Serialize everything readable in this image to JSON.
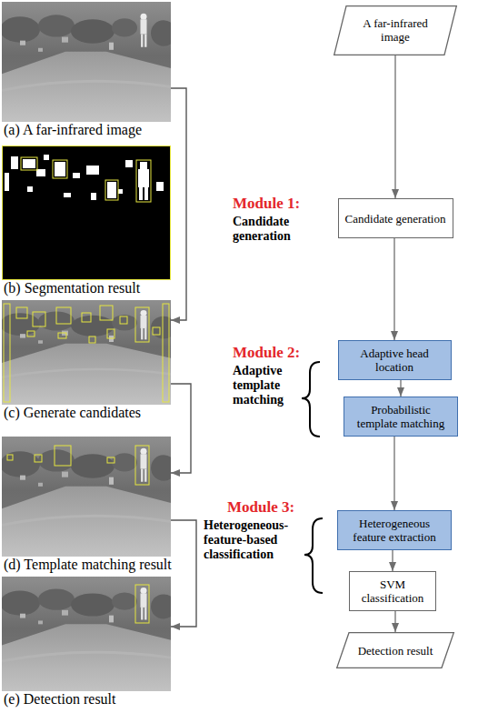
{
  "diagram": {
    "nodes": [
      {
        "text": [
          "(a) A far-infrared image"
        ]
      },
      {
        "text": [
          "(b) Segmentation result"
        ]
      },
      {
        "text": [
          "(c) Generate candidates"
        ]
      },
      {
        "text": [
          "(d) Template matching result"
        ]
      },
      {
        "text": [
          "(e) Detection result"
        ]
      },
      {
        "text": [
          "A far-infrared image"
        ]
      },
      {
        "text": [
          "Candidate generation"
        ]
      },
      {
        "text": [
          "Adaptive head location"
        ]
      },
      {
        "text": [
          "Probabilistic template matching"
        ]
      },
      {
        "text": [
          "Heterogeneous feature extraction"
        ]
      },
      {
        "text": [
          "SVM classification"
        ]
      },
      {
        "text": [
          "Detection result"
        ]
      }
    ],
    "edges": [
      {
        "from": 0,
        "to": 2,
        "arrow": "to"
      },
      {
        "from": 2,
        "to": 3,
        "arrow": "to"
      },
      {
        "from": 3,
        "to": 4,
        "arrow": "to"
      },
      {
        "from": 5,
        "to": 6,
        "arrow": "to"
      },
      {
        "from": 6,
        "to": 7,
        "arrow": "to"
      },
      {
        "from": 7,
        "to": 8,
        "arrow": "to"
      },
      {
        "from": 8,
        "to": 9,
        "arrow": "to"
      },
      {
        "from": 9,
        "to": 10,
        "arrow": "to"
      },
      {
        "from": 10,
        "to": 11,
        "arrow": "to"
      }
    ],
    "labels": [
      "Module 1:",
      "Candidate generation",
      "Module 2:",
      "Adaptive template matching",
      "Module 3:",
      "Heterogeneous-feature-based classification"
    ]
  }
}
